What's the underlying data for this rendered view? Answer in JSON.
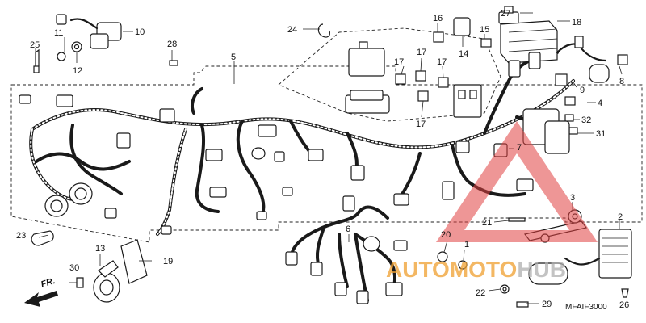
{
  "diagram": {
    "callouts": [
      {
        "id": "c1",
        "text": "1"
      },
      {
        "id": "c2",
        "text": "2"
      },
      {
        "id": "c3",
        "text": "3"
      },
      {
        "id": "c4",
        "text": "4"
      },
      {
        "id": "c5",
        "text": "5"
      },
      {
        "id": "c6",
        "text": "6"
      },
      {
        "id": "c7",
        "text": "7"
      },
      {
        "id": "c8",
        "text": "8"
      },
      {
        "id": "c9",
        "text": "9"
      },
      {
        "id": "c10",
        "text": "10"
      },
      {
        "id": "c11",
        "text": "11"
      },
      {
        "id": "c12",
        "text": "12"
      },
      {
        "id": "c13",
        "text": "13"
      },
      {
        "id": "c14",
        "text": "14"
      },
      {
        "id": "c15",
        "text": "15"
      },
      {
        "id": "c16",
        "text": "16"
      },
      {
        "id": "c17a",
        "text": "17"
      },
      {
        "id": "c17b",
        "text": "17"
      },
      {
        "id": "c17c",
        "text": "17"
      },
      {
        "id": "c17d",
        "text": "17"
      },
      {
        "id": "c18",
        "text": "18"
      },
      {
        "id": "c19",
        "text": "19"
      },
      {
        "id": "c20",
        "text": "20"
      },
      {
        "id": "c21",
        "text": "21"
      },
      {
        "id": "c22",
        "text": "22"
      },
      {
        "id": "c23",
        "text": "23"
      },
      {
        "id": "c24",
        "text": "24"
      },
      {
        "id": "c25",
        "text": "25"
      },
      {
        "id": "c26",
        "text": "26"
      },
      {
        "id": "c27",
        "text": "27"
      },
      {
        "id": "c28",
        "text": "28"
      },
      {
        "id": "c29",
        "text": "29"
      },
      {
        "id": "c30",
        "text": "30"
      },
      {
        "id": "c31",
        "text": "31"
      },
      {
        "id": "c32",
        "text": "32"
      }
    ],
    "direction_label": "FR.",
    "diagram_code": "MFAIF3000"
  },
  "watermark": {
    "text_orange": "AUTOMOTO",
    "text_gray": "HUB",
    "color_orange": "#f0a030",
    "color_gray": "#b0b0b0",
    "color_triangle": "#e04040"
  }
}
